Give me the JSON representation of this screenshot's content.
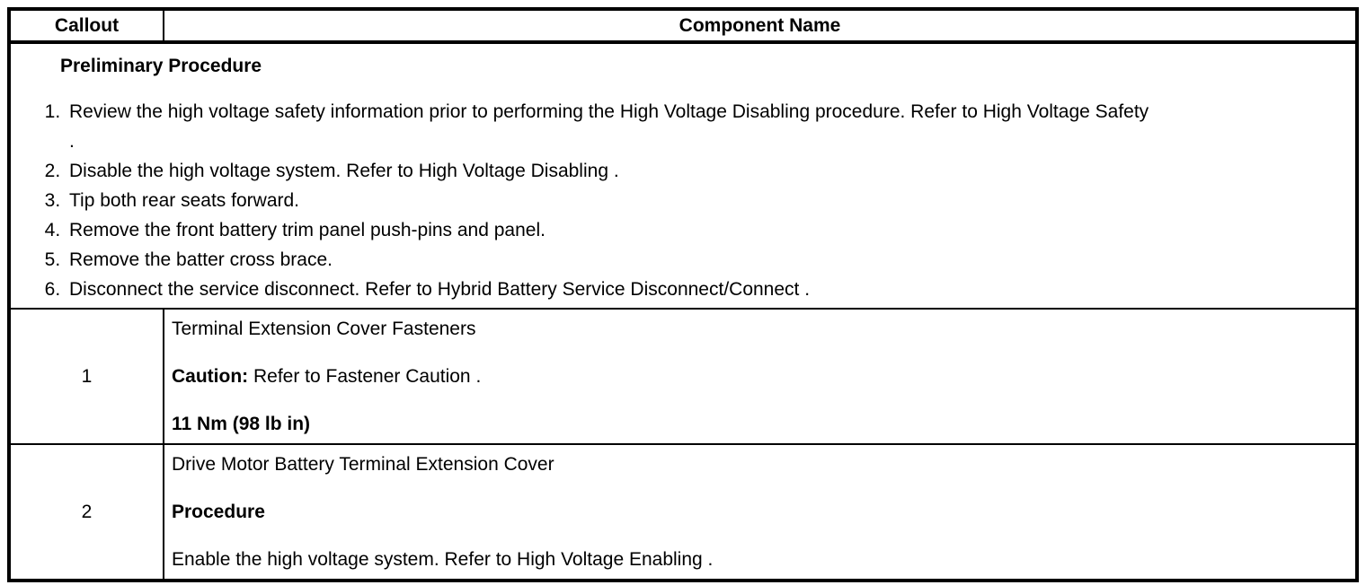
{
  "colors": {
    "text": "#000000",
    "border": "#000000",
    "background": "#ffffff"
  },
  "table": {
    "header": {
      "callout": "Callout",
      "component_name": "Component Name"
    },
    "preliminary": {
      "title": "Preliminary Procedure",
      "steps": [
        "Review the high voltage safety information prior to performing the High Voltage Disabling procedure. Refer to High Voltage Safety\n.",
        "Disable the high voltage system. Refer to High Voltage Disabling .",
        "Tip both rear seats forward.",
        "Remove the front battery trim panel push-pins and panel.",
        "Remove the batter cross brace.",
        "Disconnect the service disconnect. Refer to Hybrid Battery Service Disconnect/Connect ."
      ]
    },
    "rows": [
      {
        "callout": "1",
        "paragraphs": [
          {
            "bold": "",
            "text": "Terminal Extension Cover Fasteners"
          },
          {
            "bold": "Caution:",
            "text": " Refer to Fastener Caution ."
          },
          {
            "bold": "11 Nm (98 lb in)",
            "text": ""
          }
        ]
      },
      {
        "callout": "2",
        "paragraphs": [
          {
            "bold": "",
            "text": "Drive Motor Battery Terminal Extension Cover"
          },
          {
            "bold": "Procedure",
            "text": ""
          },
          {
            "bold": "",
            "text": "Enable the high voltage system. Refer to High Voltage Enabling ."
          }
        ]
      }
    ]
  }
}
